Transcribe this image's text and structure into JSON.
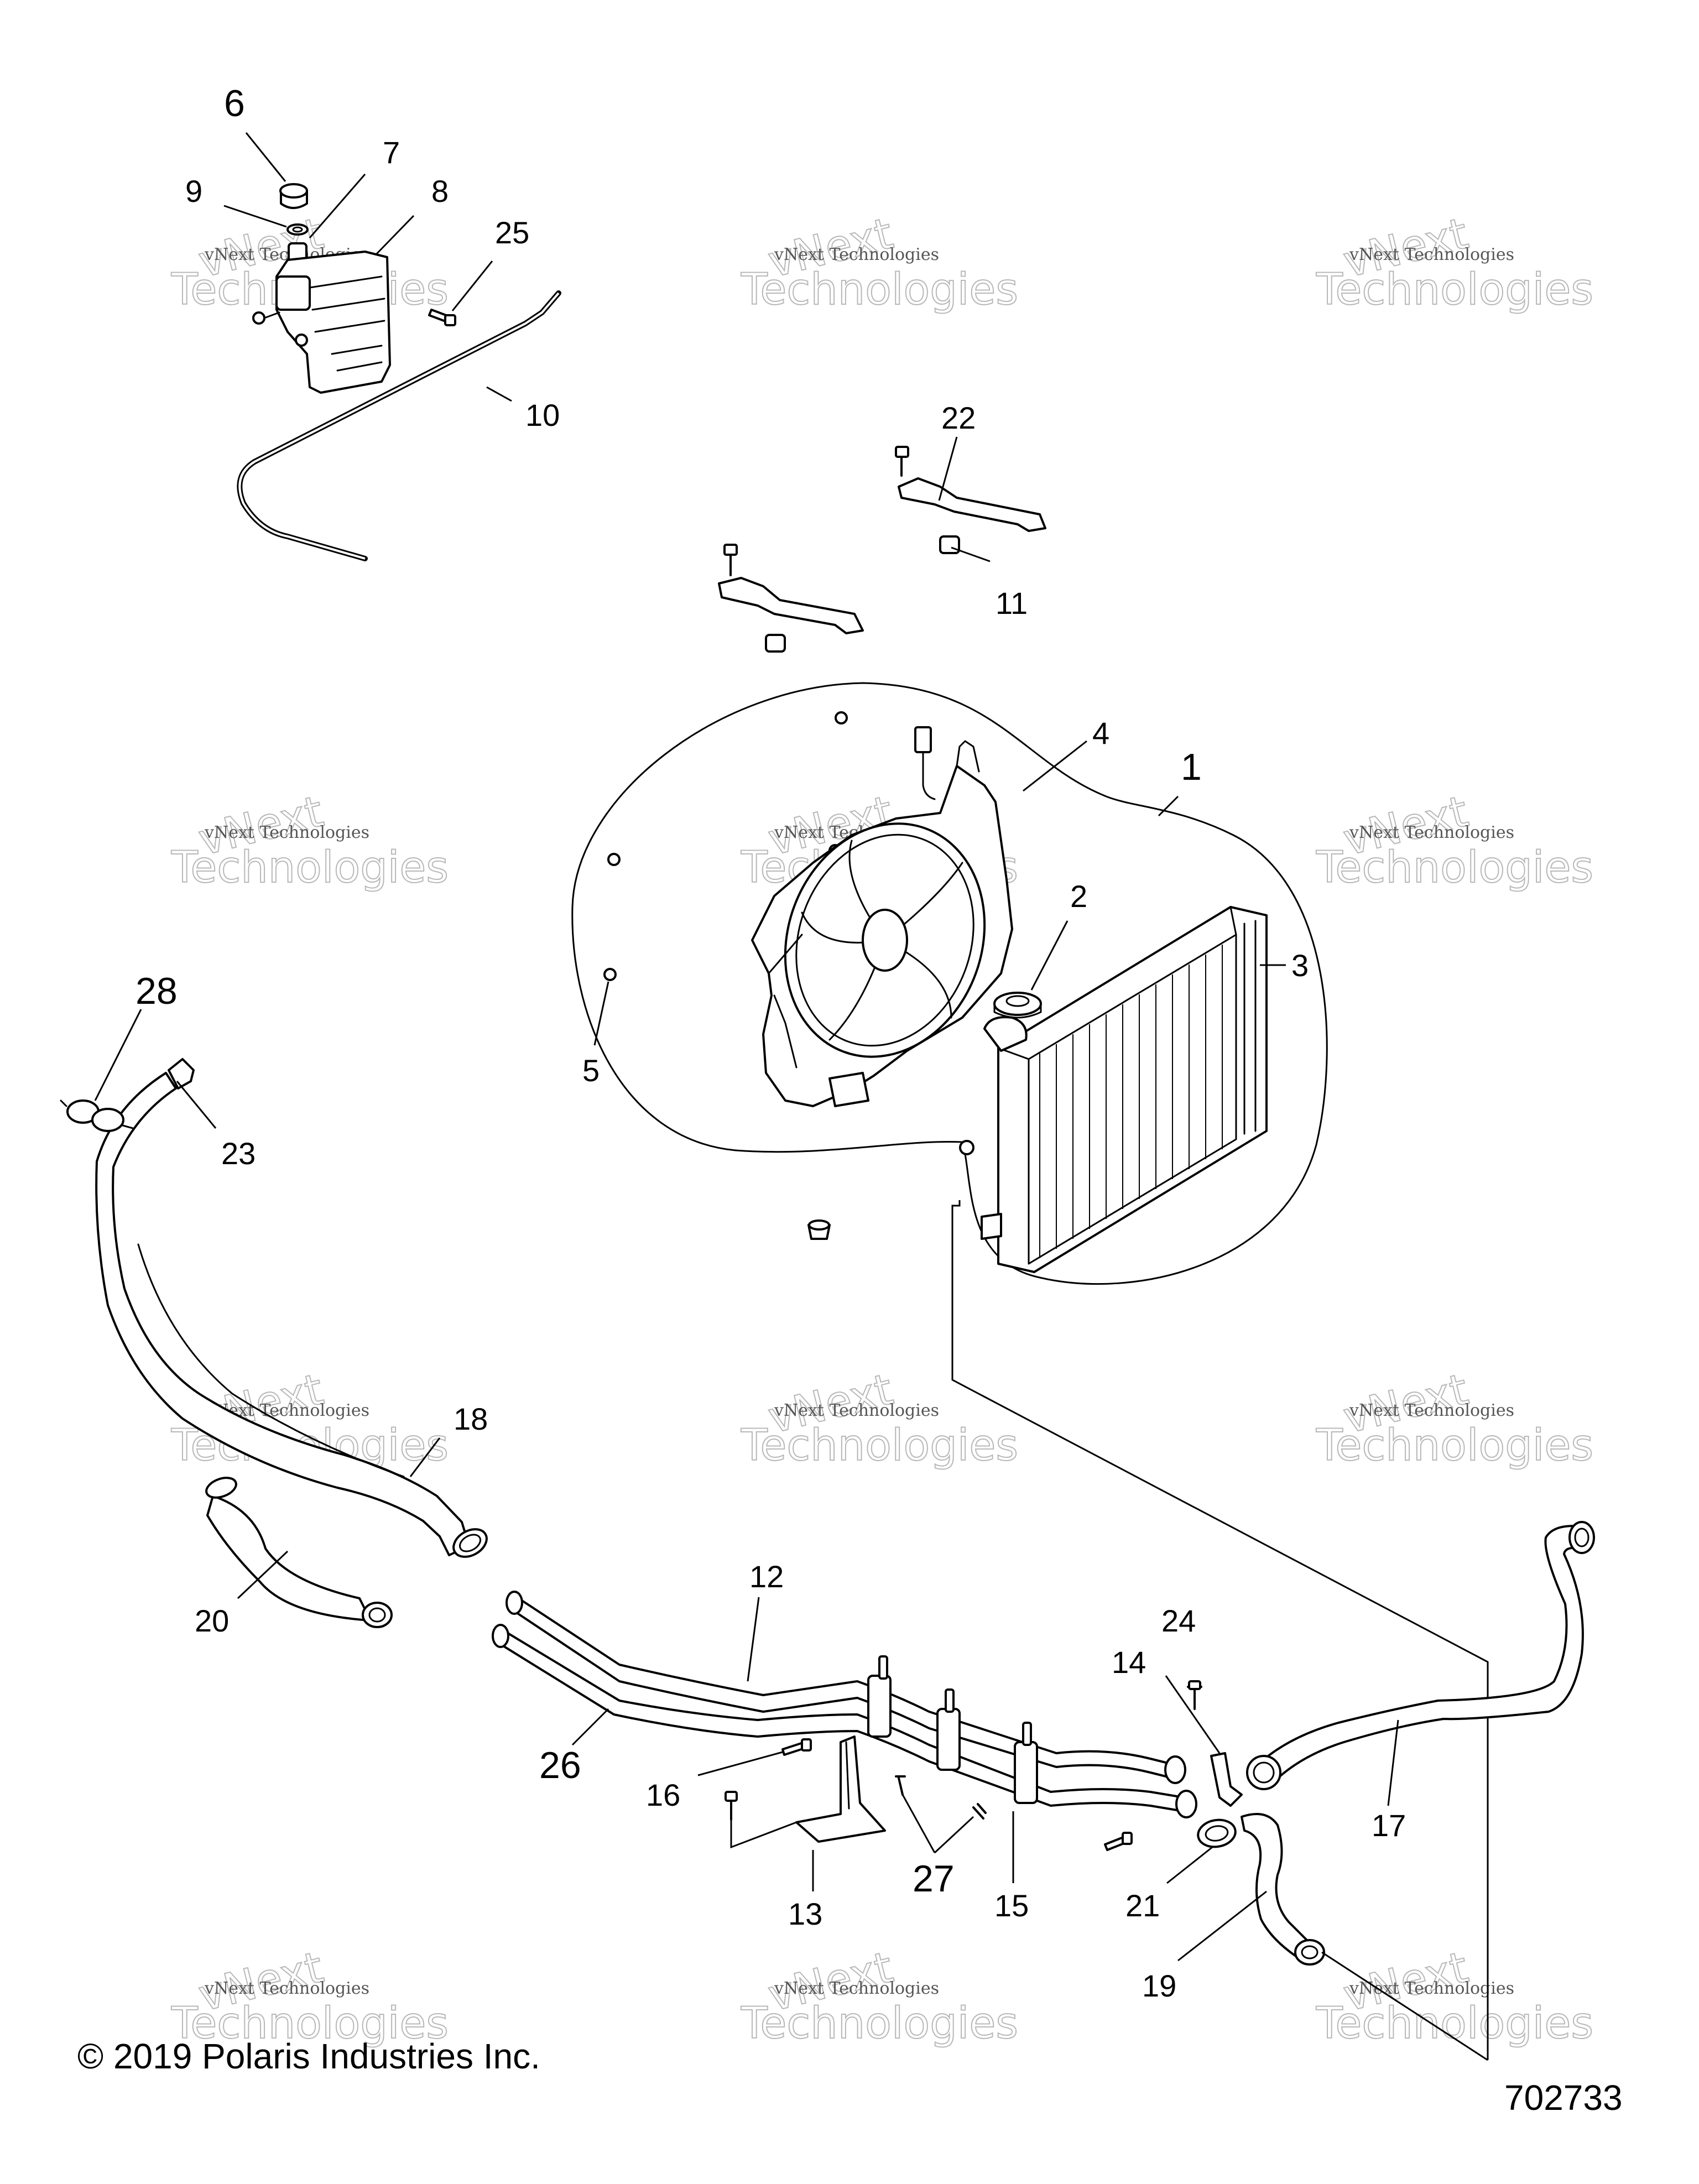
{
  "callouts": {
    "c1": "1",
    "c2": "2",
    "c3": "3",
    "c4": "4",
    "c5": "5",
    "c6": "6",
    "c7": "7",
    "c8": "8",
    "c9": "9",
    "c10": "10",
    "c11": "11",
    "c12": "12",
    "c13": "13",
    "c14": "14",
    "c15": "15",
    "c16": "16",
    "c17": "17",
    "c18": "18",
    "c19": "19",
    "c20": "20",
    "c21": "21",
    "c22": "22",
    "c23": "23",
    "c24": "24",
    "c25": "25",
    "c26": "26",
    "c27": "27",
    "c28": "28"
  },
  "watermark": {
    "line1": "vNext Technologies",
    "line2": "vNext",
    "line3": "Technologies"
  },
  "footer": {
    "copyright": "© 2019 Polaris Industries Inc.",
    "diagram_number": "702733"
  }
}
